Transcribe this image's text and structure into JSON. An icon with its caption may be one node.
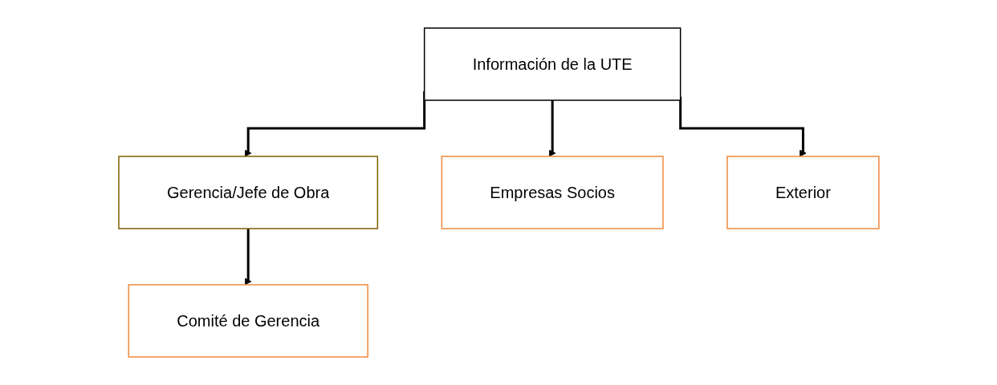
{
  "diagram": {
    "nodes": [
      {
        "text": [
          "Información de la UTE"
        ]
      },
      {
        "text": [
          "Gerencia/Jefe de Obra"
        ]
      },
      {
        "text": [
          "Comité de Gerencia"
        ]
      },
      {
        "text": [
          "Empresas Socios"
        ]
      },
      {
        "text": [
          "Exterior"
        ]
      }
    ],
    "edges": [
      {
        "from": 0,
        "to": 1,
        "arrow": "to"
      },
      {
        "from": 0,
        "to": 3,
        "arrow": "to"
      },
      {
        "from": 0,
        "to": 4,
        "arrow": "to"
      },
      {
        "from": 1,
        "to": 2,
        "arrow": "to"
      }
    ]
  }
}
